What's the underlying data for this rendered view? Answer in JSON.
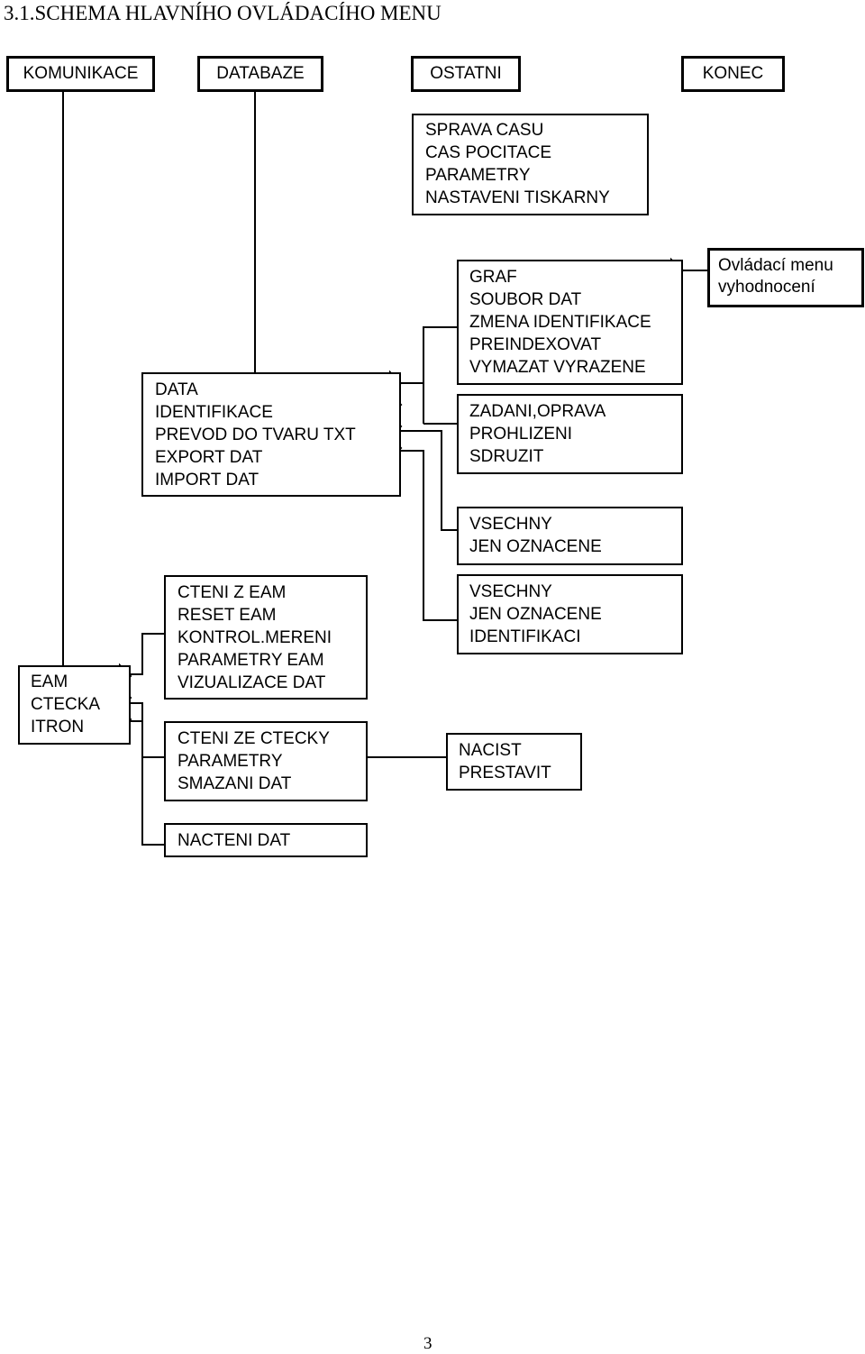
{
  "title": "3.1.SCHEMA HLAVNÍHO OVLÁDACÍHO MENU",
  "top_menu": {
    "komunikace": "KOMUNIKACE",
    "databaze": "DATABAZE",
    "ostatni": "OSTATNI",
    "konec": "KONEC"
  },
  "ostatni_submenu": [
    "SPRAVA CASU",
    "CAS POCITACE",
    "PARAMETRY",
    "NASTAVENI TISKARNY"
  ],
  "databaze_submenu": [
    "DATA",
    "IDENTIFIKACE",
    "PREVOD DO TVARU TXT",
    "EXPORT DAT",
    "IMPORT DAT"
  ],
  "data_submenu": [
    "GRAF",
    "SOUBOR DAT",
    "ZMENA IDENTIFIKACE",
    "PREINDEXOVAT",
    "VYMAZAT VYRAZENE"
  ],
  "data_submenu_2": [
    "ZADANI,OPRAVA",
    "PROHLIZENI",
    "SDRUZIT"
  ],
  "evaluation_menu": [
    "Ovládací menu",
    "vyhodnocení"
  ],
  "export_submenu": [
    "VSECHNY",
    "JEN OZNACENE"
  ],
  "import_submenu": [
    "VSECHNY",
    "JEN OZNACENE",
    "IDENTIFIKACI"
  ],
  "komunikace_submenu": [
    "EAM",
    "CTECKA",
    "ITRON"
  ],
  "eam_submenu": [
    "CTENI Z EAM",
    "RESET EAM",
    "KONTROL.MERENI",
    "PARAMETRY EAM",
    "VIZUALIZACE DAT"
  ],
  "ctecka_submenu": [
    "CTENI ZE CTECKY",
    "PARAMETRY",
    "SMAZANI DAT"
  ],
  "ctecka_smazani_submenu": [
    "NACIST",
    "PRESTAVIT"
  ],
  "itron_submenu": [
    "NACTENI DAT"
  ],
  "page_number": "3"
}
